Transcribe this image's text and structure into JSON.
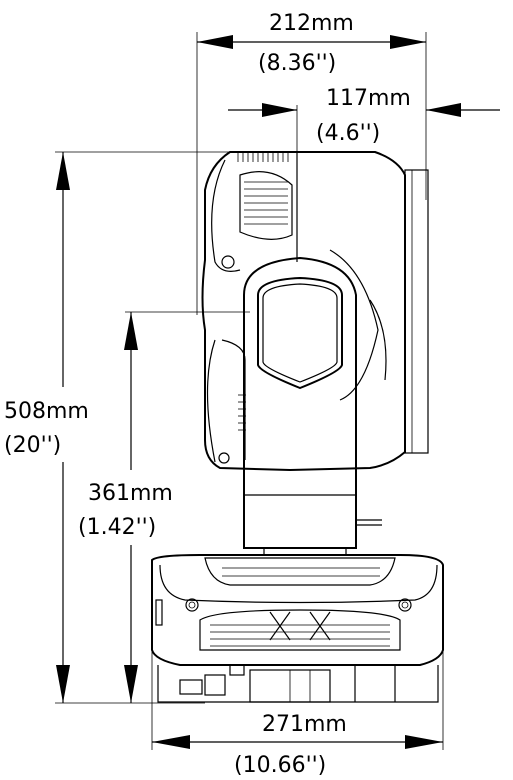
{
  "dimensions": {
    "top_width_mm": "212mm",
    "top_width_in": "(8.36'')",
    "depth_mm": "117mm",
    "depth_in": "(4.6'')",
    "overall_height_mm": "508mm",
    "overall_height_in": "(20'')",
    "base_height_mm": "361mm",
    "base_height_in": "(1.42'')",
    "bottom_width_mm": "271mm",
    "bottom_width_in": "(10.66'')"
  },
  "colors": {
    "line": "#000000",
    "background": "#ffffff"
  }
}
